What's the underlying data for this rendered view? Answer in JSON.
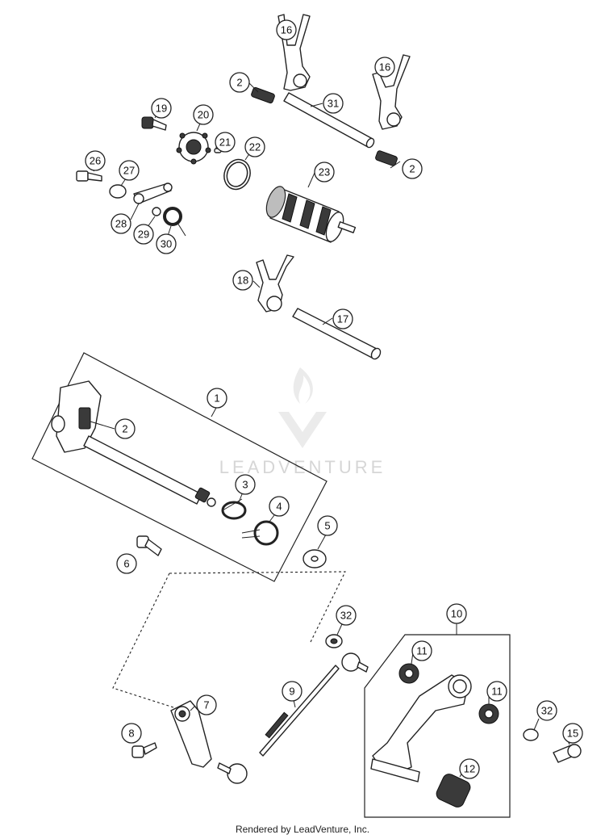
{
  "watermark": {
    "text": "LEADVENTURE",
    "icon": "leadventure-flame-logo-icon"
  },
  "footer": {
    "text": "Rendered by LeadVenture, Inc."
  },
  "callouts": [
    {
      "id": "c16a",
      "label": "16"
    },
    {
      "id": "c16b",
      "label": "16"
    },
    {
      "id": "c2a",
      "label": "2"
    },
    {
      "id": "c2b",
      "label": "2"
    },
    {
      "id": "c2c",
      "label": "2"
    },
    {
      "id": "c31",
      "label": "31"
    },
    {
      "id": "c19",
      "label": "19"
    },
    {
      "id": "c20",
      "label": "20"
    },
    {
      "id": "c21",
      "label": "21"
    },
    {
      "id": "c22",
      "label": "22"
    },
    {
      "id": "c23",
      "label": "23"
    },
    {
      "id": "c26",
      "label": "26"
    },
    {
      "id": "c27",
      "label": "27"
    },
    {
      "id": "c28",
      "label": "28"
    },
    {
      "id": "c29",
      "label": "29"
    },
    {
      "id": "c30",
      "label": "30"
    },
    {
      "id": "c18",
      "label": "18"
    },
    {
      "id": "c17",
      "label": "17"
    },
    {
      "id": "c1",
      "label": "1"
    },
    {
      "id": "c3",
      "label": "3"
    },
    {
      "id": "c4",
      "label": "4"
    },
    {
      "id": "c5",
      "label": "5"
    },
    {
      "id": "c6",
      "label": "6"
    },
    {
      "id": "c32a",
      "label": "32"
    },
    {
      "id": "c32b",
      "label": "32"
    },
    {
      "id": "c10",
      "label": "10"
    },
    {
      "id": "c11a",
      "label": "11"
    },
    {
      "id": "c11b",
      "label": "11"
    },
    {
      "id": "c9",
      "label": "9"
    },
    {
      "id": "c7",
      "label": "7"
    },
    {
      "id": "c8",
      "label": "8"
    },
    {
      "id": "c12",
      "label": "12"
    },
    {
      "id": "c15",
      "label": "15"
    }
  ]
}
